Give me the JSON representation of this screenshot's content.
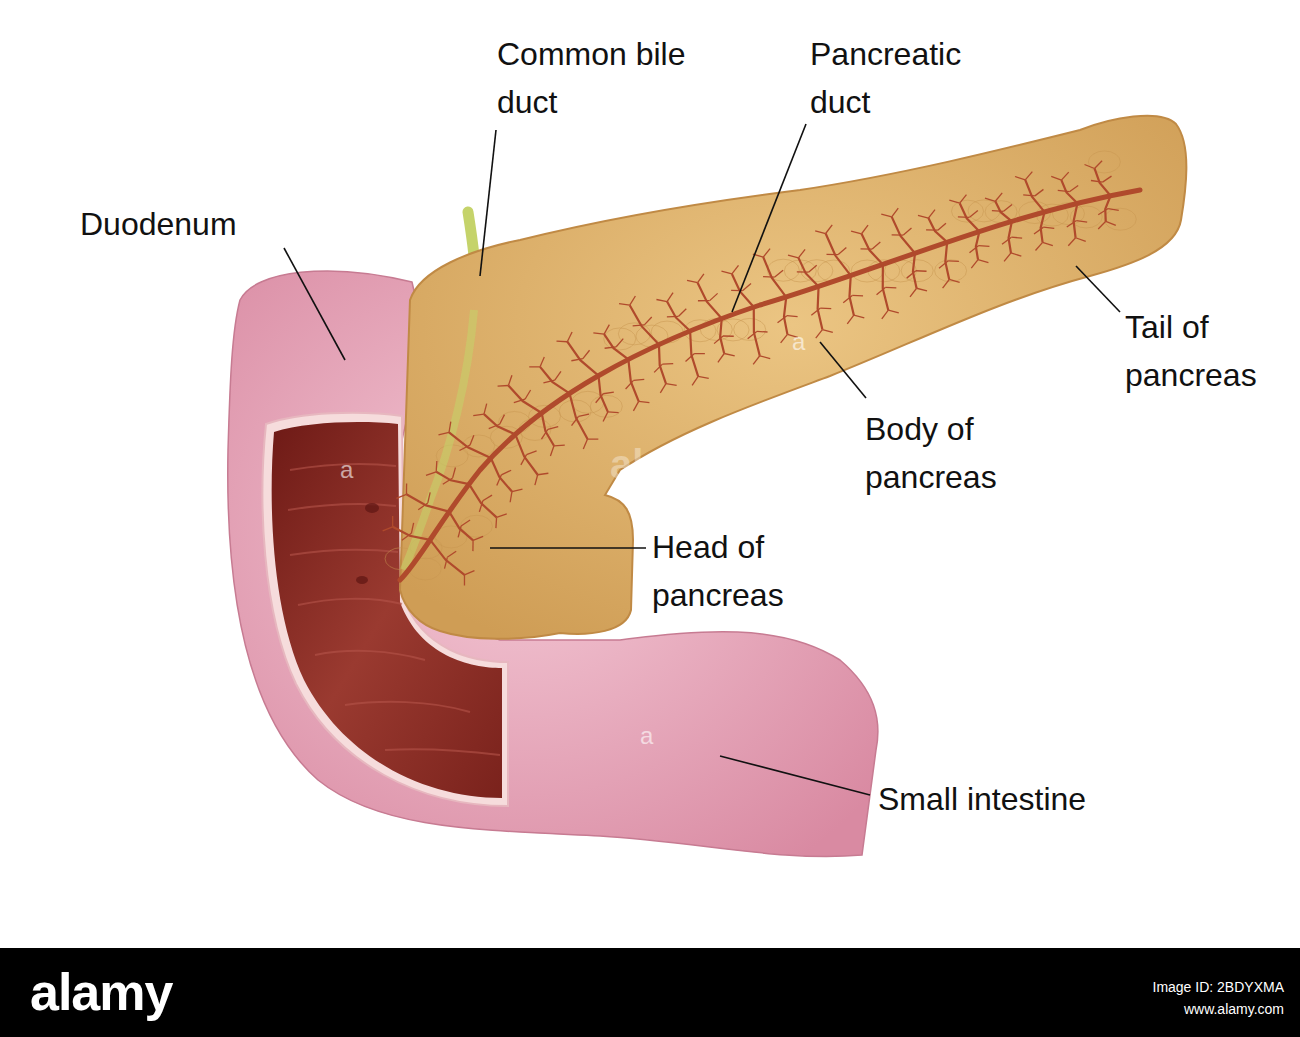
{
  "diagram": {
    "labels": [
      "Common bile duct",
      "Pancreatic duct",
      "Duodenum",
      "Tail of pancreas",
      "Body of pancreas",
      "Head of pancreas",
      "Small intestine",
      "a",
      "a",
      "a",
      "alamy",
      "alamy",
      "Image ID: 2BDYXMA",
      "www.alamy.com"
    ]
  }
}
